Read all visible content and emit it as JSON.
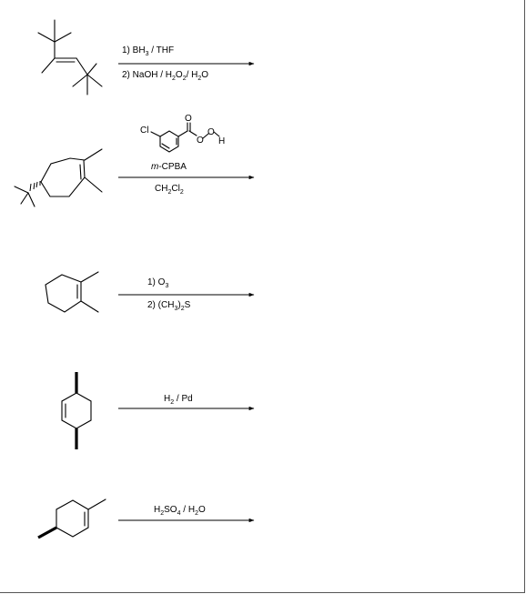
{
  "reactions": [
    {
      "id": 1,
      "conditions_top": [
        {
          "parts": [
            {
              "t": "1)"
            },
            {
              "t": "      BH"
            },
            {
              "t": "3",
              "sub": true
            },
            {
              "t": " / THF"
            }
          ]
        }
      ],
      "conditions_bottom": [
        {
          "parts": [
            {
              "t": "2) NaOH / H"
            },
            {
              "t": "2",
              "sub": true
            },
            {
              "t": "O"
            },
            {
              "t": "2",
              "sub": true
            },
            {
              "t": "/ H"
            },
            {
              "t": "2",
              "sub": true
            },
            {
              "t": "O"
            }
          ]
        }
      ]
    },
    {
      "id": 2,
      "reagent_atoms": {
        "cl": "Cl",
        "o1": "O",
        "o2": "O",
        "o3": "O",
        "h": "H"
      },
      "conditions_top": [
        {
          "parts": [
            {
              "t": "m",
              "italic": true
            },
            {
              "t": "-CPBA"
            }
          ]
        }
      ],
      "conditions_bottom": [
        {
          "parts": [
            {
              "t": "CH"
            },
            {
              "t": "2",
              "sub": true
            },
            {
              "t": "Cl"
            },
            {
              "t": "2",
              "sub": true
            }
          ]
        }
      ]
    },
    {
      "id": 3,
      "conditions_top": [
        {
          "parts": [
            {
              "t": "1)        O"
            },
            {
              "t": "3",
              "sub": true
            }
          ]
        }
      ],
      "conditions_bottom": [
        {
          "parts": [
            {
              "t": "2)    (CH"
            },
            {
              "t": "3",
              "sub": true
            },
            {
              "t": ")"
            },
            {
              "t": "2",
              "sub": true
            },
            {
              "t": "S"
            }
          ]
        }
      ]
    },
    {
      "id": 4,
      "conditions_top": [
        {
          "parts": [
            {
              "t": "H"
            },
            {
              "t": "2",
              "sub": true
            },
            {
              "t": " / Pd"
            }
          ]
        }
      ],
      "conditions_bottom": []
    },
    {
      "id": 5,
      "conditions_top": [
        {
          "parts": [
            {
              "t": "H"
            },
            {
              "t": "2",
              "sub": true
            },
            {
              "t": "SO"
            },
            {
              "t": "4",
              "sub": true
            },
            {
              "t": " / H"
            },
            {
              "t": "2",
              "sub": true
            },
            {
              "t": "O"
            }
          ]
        }
      ],
      "conditions_bottom": []
    }
  ]
}
